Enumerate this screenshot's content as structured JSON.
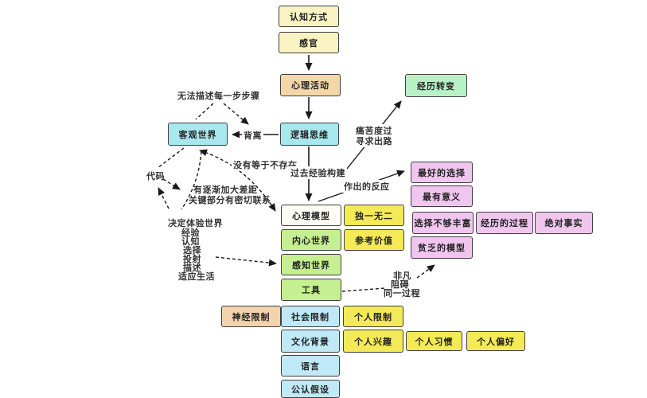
{
  "nodes": {
    "cognition_mode": "认知方式",
    "senses": "感官",
    "mental_activity": "心理活动",
    "experience_shift": "经历转变",
    "objective_world": "客观世界",
    "logical_thinking": "逻辑思维",
    "mental_model": "心理模型",
    "unique": "独一无二",
    "inner_world": "内心世界",
    "reference_value": "参考价值",
    "perceived_world": "感知世界",
    "tool": "工具",
    "neural_limit": "神经限制",
    "social_limit": "社会限制",
    "personal_limit": "个人限制",
    "cultural_background": "文化背景",
    "personal_interest": "个人兴趣",
    "personal_habit": "个人习惯",
    "personal_preference": "个人偏好",
    "language": "语言",
    "accepted_assumption": "公认假设",
    "best_choice": "最好的选择",
    "most_meaningful": "最有意义",
    "not_rich_choice": "选择不够丰富",
    "experienced_process": "经历的过程",
    "absolute_fact": "绝对事实",
    "poor_model": "贫乏的模型"
  },
  "labels": {
    "cannot_describe": "无法描述每一步步骤",
    "deviate": "背离",
    "absent_not_nonexist": "没有等于不存在",
    "past_experience": "过去经验构建",
    "pain_line1": "痛苦度过",
    "pain_line2": "寻求出路",
    "reaction": "作出的反应",
    "code": "代码",
    "gap_line1": "有逐渐加大差距",
    "gap_line2": "关键部分有密切联系",
    "decide": "决定体验世界",
    "list": [
      "经验",
      "认知",
      "选择",
      "投射",
      "描述",
      "适应生活"
    ],
    "extra_line1": "非凡",
    "extra_line2": "阻碍",
    "extra_line3": "同一过程"
  },
  "colors": {
    "cream": "#f9f2c2",
    "peach": "#f4d7a6",
    "green": "#b9f1c7",
    "cyan": "#a9e7ee",
    "white_box": "#fdfdf6",
    "yellow": "#f4ea57",
    "lime": "#c6ef92",
    "light_blue": "#bfe9f6",
    "tan": "#f2d3ad",
    "pink": "#f0c6ef",
    "line": "#1a1a1a"
  }
}
